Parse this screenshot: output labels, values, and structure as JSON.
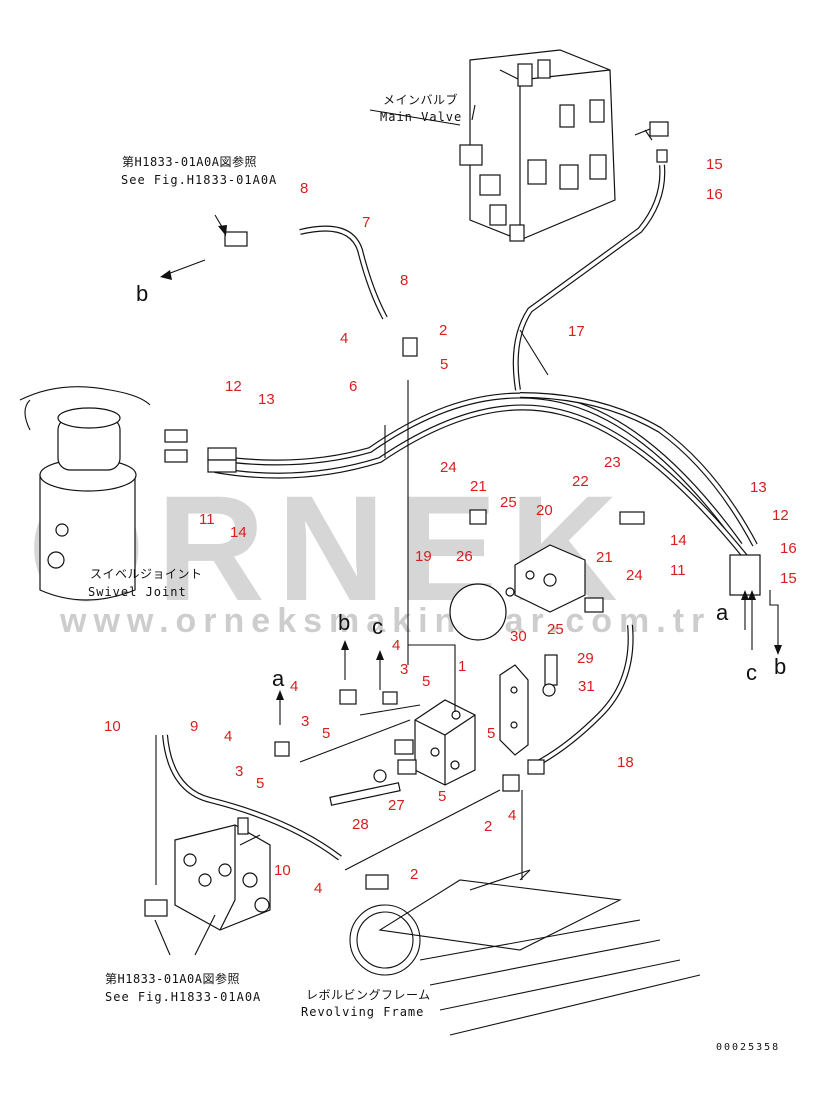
{
  "watermark": {
    "brand": "ORNEK",
    "url": "www.orneksmakinalar.com.tr"
  },
  "references": {
    "main_valve": {
      "ja": "メインバルブ",
      "en": "Main Valve"
    },
    "fig_top": {
      "ja": "第H1833-01A0A図参照",
      "en": "See Fig.H1833-01A0A"
    },
    "fig_bottom": {
      "ja": "第H1833-01A0A図参照",
      "en": "See Fig.H1833-01A0A"
    },
    "swivel_joint": {
      "ja": "スイベルジョイント",
      "en": "Swivel Joint"
    },
    "revolving_frame": {
      "ja": "レボルビングフレーム",
      "en": "Revolving Frame"
    }
  },
  "connectors": {
    "b_top": "b",
    "a_left": "a",
    "b_mid": "b",
    "c_mid": "c",
    "a_right": "a",
    "c_right": "c",
    "b_right": "b"
  },
  "callouts": {
    "c8_top": "8",
    "c7": "7",
    "c8_mid": "8",
    "c15_top": "15",
    "c16_top": "16",
    "c17": "17",
    "c2_top": "2",
    "c4_top": "4",
    "c5_top": "5",
    "c6": "6",
    "c12_left": "12",
    "c13_left": "13",
    "c11_left": "11",
    "c14_left": "14",
    "c24_top": "24",
    "c21_top": "21",
    "c25_top": "25",
    "c26": "26",
    "c20": "20",
    "c22": "22",
    "c23": "23",
    "c21_mid": "21",
    "c19": "19",
    "c24_mid": "24",
    "c25_mid": "25",
    "c13_right": "13",
    "c12_right": "12",
    "c14_right": "14",
    "c16_right": "16",
    "c11_right": "11",
    "c15_right": "15",
    "c30": "30",
    "c29": "29",
    "c31": "31",
    "c1": "1",
    "c4_a": "4",
    "c3_a": "3",
    "c5_a": "5",
    "c4_b": "4",
    "c3_b": "3",
    "c5_b": "5",
    "c4_c": "4",
    "c3_c": "3",
    "c5_c": "5",
    "c5_d": "5",
    "c10_top": "10",
    "c9": "9",
    "c18": "18",
    "c28": "28",
    "c27": "27",
    "c5_e": "5",
    "c2_mid": "2",
    "c4_mid": "4",
    "c10_bot": "10",
    "c4_bot": "4",
    "c2_bot": "2"
  },
  "drawing_code": "00025358"
}
